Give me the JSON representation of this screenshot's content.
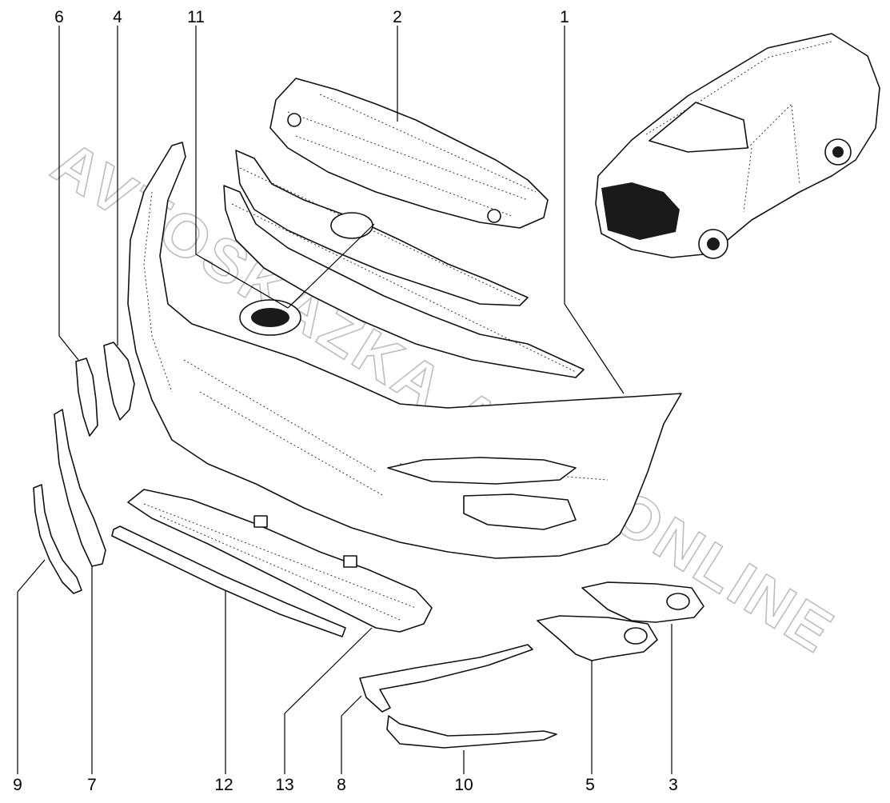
{
  "diagram": {
    "watermark": "AVTOSKAZKA.ACAT.ONLINE",
    "callouts": [
      {
        "id": "callout-1",
        "label": "1"
      },
      {
        "id": "callout-2",
        "label": "2"
      },
      {
        "id": "callout-3",
        "label": "3"
      },
      {
        "id": "callout-4",
        "label": "4"
      },
      {
        "id": "callout-5",
        "label": "5"
      },
      {
        "id": "callout-6",
        "label": "6"
      },
      {
        "id": "callout-7",
        "label": "7"
      },
      {
        "id": "callout-8",
        "label": "8"
      },
      {
        "id": "callout-9",
        "label": "9"
      },
      {
        "id": "callout-10",
        "label": "10"
      },
      {
        "id": "callout-11",
        "label": "11"
      },
      {
        "id": "callout-12",
        "label": "12"
      },
      {
        "id": "callout-13",
        "label": "13"
      }
    ]
  }
}
